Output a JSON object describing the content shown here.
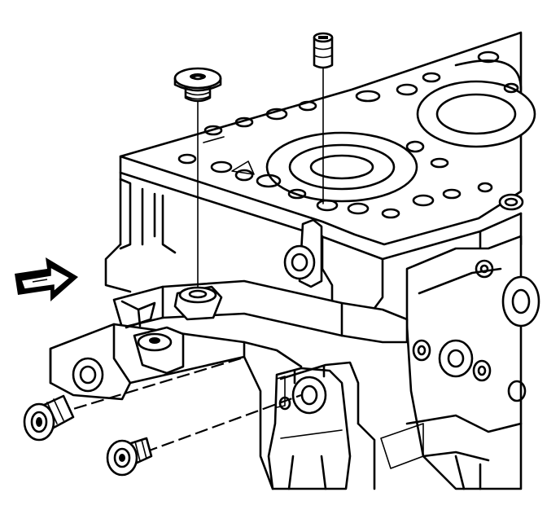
{
  "diagram": {
    "parts": [
      {
        "name": "engine-block",
        "label": ""
      },
      {
        "name": "oil-gallery-plug-top",
        "label": ""
      },
      {
        "name": "dowel-pin",
        "label": ""
      },
      {
        "name": "oil-gallery-plug-front-upper",
        "label": ""
      },
      {
        "name": "oil-gallery-plug-front-lower",
        "label": ""
      }
    ],
    "direction_indicator": {
      "icon": "arrow-right-icon",
      "meaning": "front of engine"
    },
    "line_color": "#000000",
    "background_color": "#ffffff"
  }
}
